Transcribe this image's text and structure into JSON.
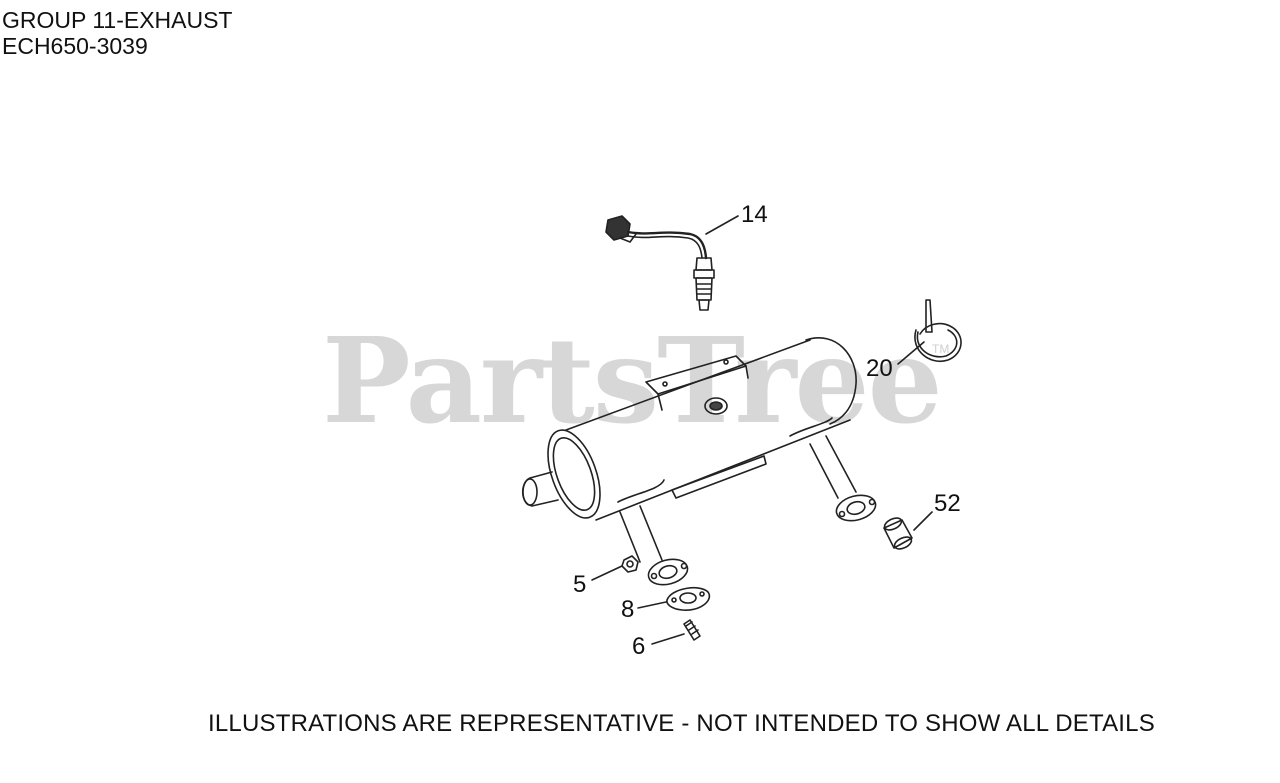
{
  "header": {
    "group_title": "GROUP 11-EXHAUST",
    "model_number": "ECH650-3039"
  },
  "watermark": {
    "brand": "PartsTree",
    "trademark": "TM"
  },
  "callouts": [
    {
      "id": "14",
      "part": "oxygen sensor"
    },
    {
      "id": "20",
      "part": "cable tie"
    },
    {
      "id": "52",
      "part": "spacer"
    },
    {
      "id": "5",
      "part": "nut"
    },
    {
      "id": "8",
      "part": "gasket"
    },
    {
      "id": "6",
      "part": "stud"
    }
  ],
  "footer": {
    "disclaimer": "ILLUSTRATIONS ARE REPRESENTATIVE - NOT INTENDED TO SHOW ALL DETAILS"
  }
}
